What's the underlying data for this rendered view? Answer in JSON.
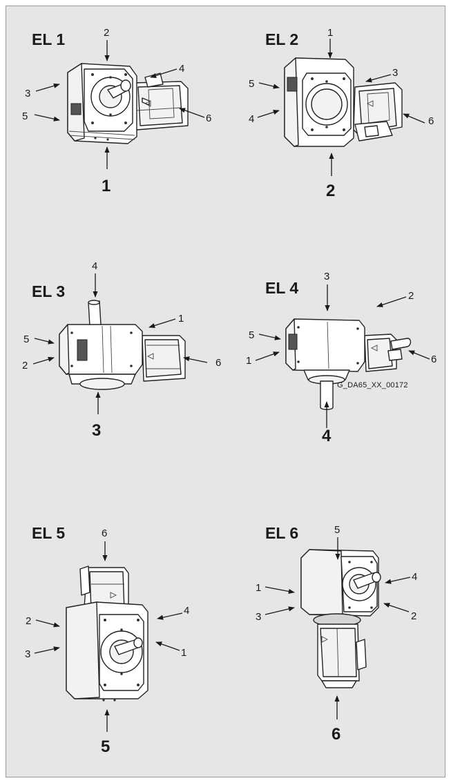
{
  "colors": {
    "panel_background": "#e6e6e6",
    "panel_border": "#9a9a9a",
    "ink": "#1a1a1a",
    "drawing_fill": "#ffffff"
  },
  "figure_code": "G_DA65_XX_00172",
  "positions": [
    {
      "title": "EL 1",
      "bottom": "1",
      "labels": [
        "2",
        "4",
        "3",
        "6",
        "5"
      ]
    },
    {
      "title": "EL 2",
      "bottom": "2",
      "labels": [
        "1",
        "3",
        "5",
        "6",
        "4"
      ]
    },
    {
      "title": "EL 3",
      "bottom": "3",
      "labels": [
        "4",
        "1",
        "5",
        "6",
        "2"
      ]
    },
    {
      "title": "EL 4",
      "bottom": "4",
      "labels": [
        "3",
        "2",
        "5",
        "6",
        "1"
      ]
    },
    {
      "title": "EL 5",
      "bottom": "5",
      "labels": [
        "6",
        "4",
        "2",
        "3",
        "1"
      ]
    },
    {
      "title": "EL 6",
      "bottom": "6",
      "labels": [
        "5",
        "4",
        "1",
        "2",
        "3"
      ]
    }
  ]
}
